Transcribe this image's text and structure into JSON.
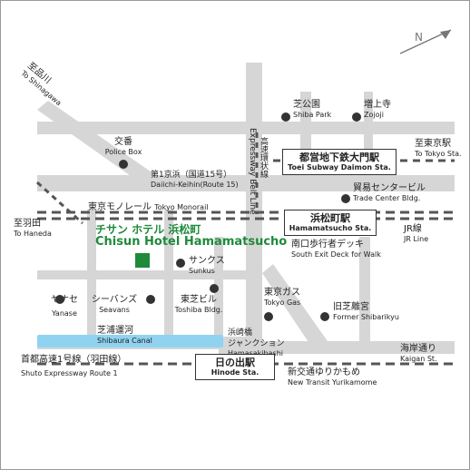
{
  "hotel": {
    "name_jp": "チサン ホテル 浜松町",
    "name_en": "Chisun Hotel Hamamatsucho",
    "color": "#1e8a3b"
  },
  "roads": {
    "road_to_shinagawa_jp": "至品川",
    "road_to_shinagawa_en": "To Shinagawa",
    "to_tokyo_jp": "至東京駅",
    "to_tokyo_en": "To Tokyo Sta.",
    "to_haneda_jp": "至羽田",
    "to_haneda_en": "To Haneda",
    "route15_jp": "第1京浜（国道15号）",
    "route15_en": "Daiichi-Keihin(Route 15)",
    "expressway_belt_jp": "高速環状線",
    "expressway_belt_en": "Expressway Belt Line",
    "shuto_jp": "首都高速1号線（羽田線）",
    "shuto_en": "Shuto Expressway Route 1",
    "kaigan_jp": "海岸通り",
    "kaigan_en": "Kaigan St.",
    "canal_jp": "芝浦運河",
    "canal_en": "Shibaura Canal",
    "junction_jp": "浜崎橋\nジャンクション",
    "junction_en": "Hamasakibashi\nJunction"
  },
  "rail": {
    "monorail_jp": "東京モノレール",
    "monorail_en": "Tokyo Monorail",
    "jr_jp": "JR線",
    "jr_en": "JR Line",
    "yurikamome_jp": "新交通ゆりかもめ",
    "yurikamome_en": "New Transit Yurikamome"
  },
  "stations": {
    "daimon_jp": "都営地下鉄大門駅",
    "daimon_en": "Toei Subway Daimon Sta.",
    "hamamatsucho_jp": "浜松町駅",
    "hamamatsucho_en": "Hamamatsucho Sta.",
    "hinode_jp": "日の出駅",
    "hinode_en": "Hinode Sta.",
    "south_exit_jp": "南口歩行者デッキ",
    "south_exit_en": "South Exit Deck for Walk"
  },
  "landmarks": {
    "shiba_park_jp": "芝公園",
    "shiba_park_en": "Shiba Park",
    "zojoji_jp": "増上寺",
    "zojoji_en": "Zojoji",
    "police_jp": "交番",
    "police_en": "Police Box",
    "trade_jp": "貿易センタービル",
    "trade_en": "Trade Center Bldg.",
    "sunkus_jp": "サンクス",
    "sunkus_en": "Sunkus",
    "yanase_jp": "ヤナセ",
    "yanase_en": "Yanase",
    "seavans_jp": "シーバンズ",
    "seavans_en": "Seavans",
    "toshiba_jp": "東芝ビル",
    "toshiba_en": "Toshiba Bldg.",
    "tokyogas_jp": "東京ガス",
    "tokyogas_en": "Tokyo Gas",
    "shibarikyu_jp": "旧芝離宮",
    "shibarikyu_en": "Former Shibarikyu"
  },
  "colors": {
    "road": "#d6d6d6",
    "canal": "#8fd3f0",
    "rail": "#555555",
    "dot": "#333333"
  },
  "north_label": "N"
}
